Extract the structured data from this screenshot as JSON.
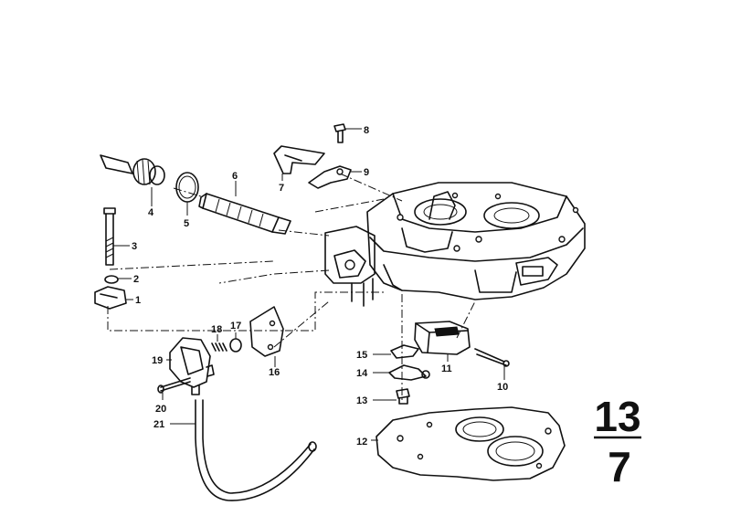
{
  "callouts": [
    "1",
    "2",
    "3",
    "4",
    "5",
    "6",
    "7",
    "8",
    "9",
    "10",
    "11",
    "12",
    "13",
    "14",
    "15",
    "16",
    "17",
    "18",
    "19",
    "20",
    "21"
  ],
  "group": {
    "main": "13",
    "sub": "7"
  }
}
